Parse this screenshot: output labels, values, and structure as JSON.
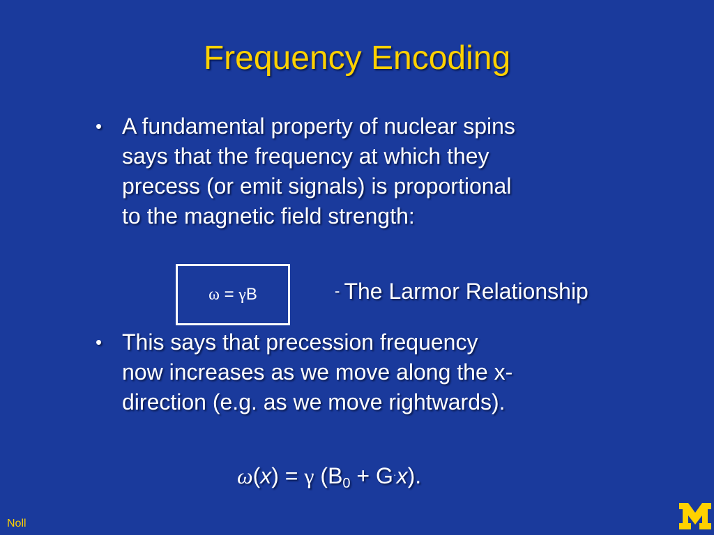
{
  "slide": {
    "title": "Frequency Encoding",
    "bullet_glyph": "•",
    "bullet1_lines": [
      "A fundamental property of nuclear spins",
      "says that the frequency at which they",
      "precess (or emit signals) is proportional",
      "to the magnetic field strength:"
    ],
    "equation": {
      "omega": "ω",
      "equals": " = ",
      "gamma": "γ",
      "b": "B"
    },
    "larmor": {
      "dash": "- ",
      "label": "The Larmor Relationship"
    },
    "bullet2_lines": [
      "This says that precession frequency",
      "now increases as we move along the x-",
      "direction (e.g. as we move rightwards)."
    ],
    "formula": {
      "omega": "ω",
      "open": "(",
      "x1": "x",
      "close_eq": ") = ",
      "gamma": "γ",
      "open2": " (B",
      "sub": "0",
      "plus_g": " + G",
      "dot": "·",
      "x2": "x",
      "end": ")."
    },
    "author": "Noll",
    "logo": {
      "icon": "block-m-logo",
      "color": "#ffd100"
    },
    "colors": {
      "background": "#1a3a9c",
      "title": "#ffd100",
      "text": "#ffffff"
    }
  }
}
